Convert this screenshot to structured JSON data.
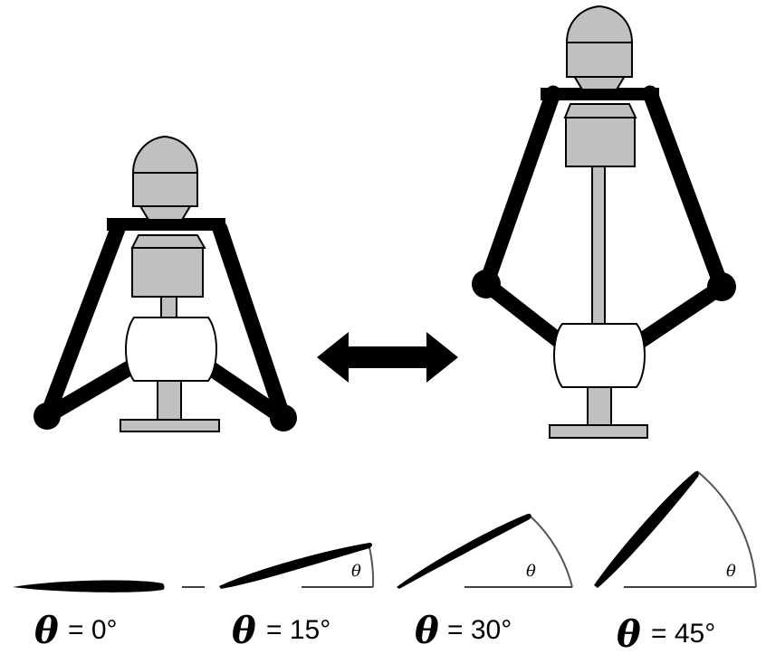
{
  "colors": {
    "ink": "#000000",
    "part_fill": "#c0c0c0",
    "background": "#ffffff",
    "arc": "#555555"
  },
  "mechanism": {
    "states": [
      {
        "name": "compact"
      },
      {
        "name": "extended"
      }
    ],
    "transition_arrow": "double-headed-arrow-icon"
  },
  "angle_panels": [
    {
      "angle_deg": 0,
      "symbol": "θ",
      "equation": "= 0°",
      "small_symbol": ""
    },
    {
      "angle_deg": 15,
      "symbol": "θ",
      "equation": "= 15°",
      "small_symbol": "θ"
    },
    {
      "angle_deg": 30,
      "symbol": "θ",
      "equation": "= 30°",
      "small_symbol": "θ"
    },
    {
      "angle_deg": 45,
      "symbol": "θ",
      "equation": "= 45°",
      "small_symbol": "θ"
    }
  ]
}
